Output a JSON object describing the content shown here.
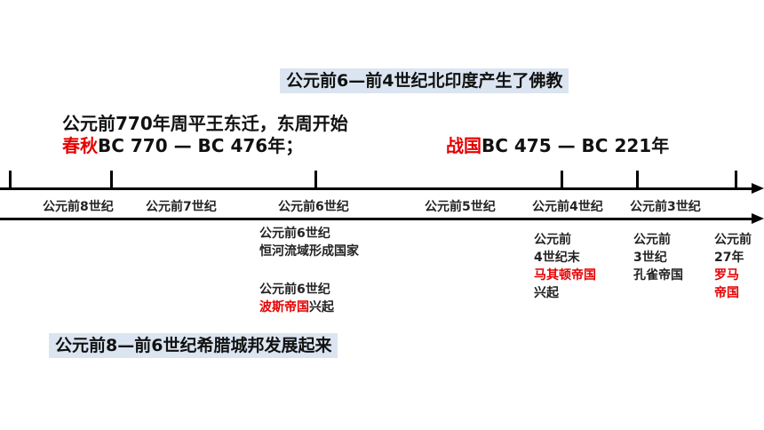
{
  "banners": {
    "buddhism": "公元前6—前4世纪北印度产生了佛教",
    "greek": "公元前8—前6世纪希腊城邦发展起来"
  },
  "headings": {
    "zhou_move": "公元前770年周平王东迁，东周开始",
    "spring_autumn_name": "春秋",
    "spring_autumn_range": "BC 770 — BC 476年；",
    "warring_states_name": "战国",
    "warring_states_range": "BC 475 — BC 221年"
  },
  "ticks": [
    "公元前8世纪",
    "公元前7世纪",
    "公元前6世纪",
    "公元前5世纪",
    "公元前4世纪",
    "公元前3世纪"
  ],
  "notes": {
    "ganges_l1": "公元前6世纪",
    "ganges_l2": "恒河流域形成国家",
    "persia_l1": "公元前6世纪",
    "persia_red": "波斯帝国",
    "persia_rest": "兴起",
    "mac_l1": "公元前",
    "mac_l2": "4世纪末",
    "mac_red": "马其顿帝国",
    "mac_l4": "兴起",
    "maurya_l1": "公元前",
    "maurya_l2": "3世纪",
    "maurya_l3": "孔雀帝国",
    "rome_l1": "公元前",
    "rome_l2": "27年",
    "rome_red_1": "罗马",
    "rome_red_2": "帝国"
  },
  "colors": {
    "highlight": "#dbe5f1",
    "accent_red": "#e60000"
  }
}
